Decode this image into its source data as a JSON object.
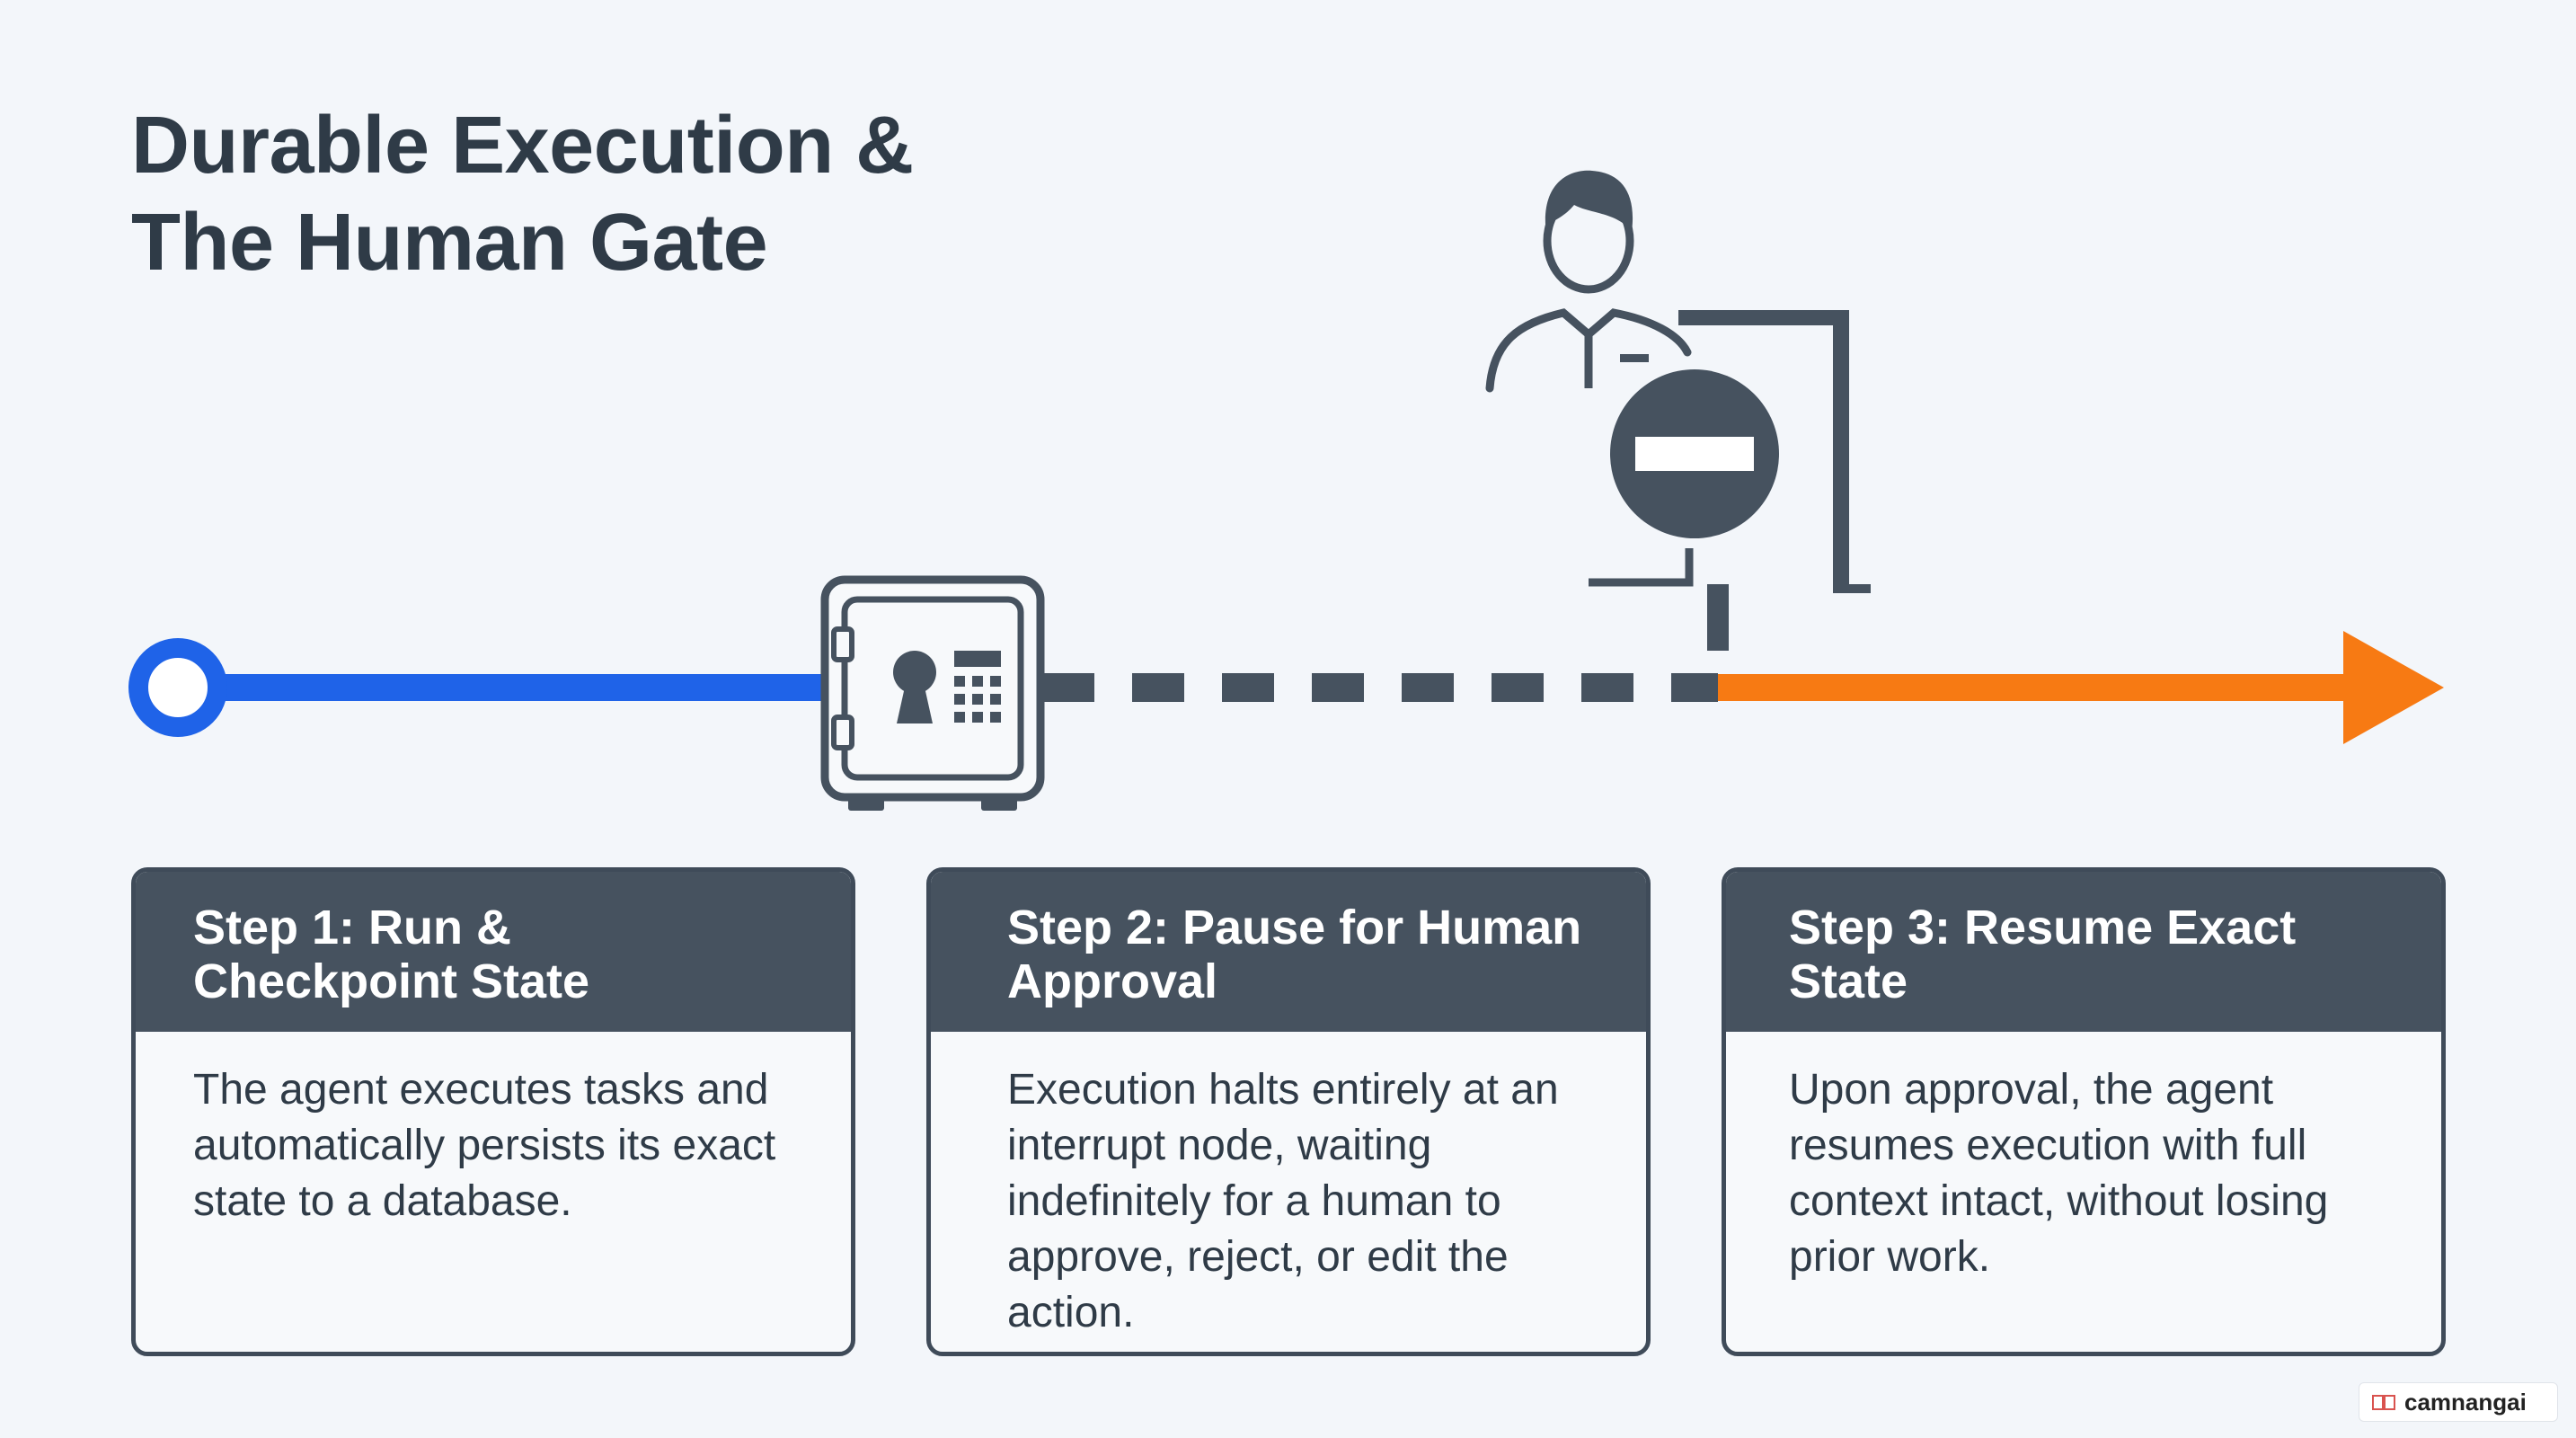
{
  "title": {
    "line1": "Durable Execution &",
    "line2": "The Human Gate"
  },
  "colors": {
    "blue": "#1f63e8",
    "orange": "#f77a13",
    "slate": "#46525f",
    "dark": "#2f3b47"
  },
  "icons": [
    "safe-icon",
    "human-gate-icon",
    "stop-sign-icon",
    "arrow-head-icon"
  ],
  "steps": [
    {
      "title": "Step 1: Run & Checkpoint State",
      "title_line1": "Step 1: Run &",
      "title_line2": "Checkpoint State",
      "body": "The agent executes tasks and automatically persists its exact state to a database."
    },
    {
      "title": "Step 2: Pause for Human Approval",
      "title_line1": "Step 2: Pause for Human",
      "title_line2": "Approval",
      "body": "Execution halts entirely at an interrupt node, waiting indefinitely for a human to approve, reject, or edit the action."
    },
    {
      "title": "Step 3: Resume Exact State",
      "title_line1": "Step 3: Resume Exact",
      "title_line2": "State",
      "body": "Upon approval, the agent resumes execution with full context intact, without losing prior work."
    }
  ],
  "watermark": {
    "label": "camnangai"
  }
}
